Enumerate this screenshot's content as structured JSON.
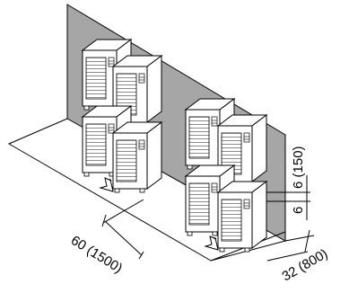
{
  "dimensions": {
    "front_clearance": "60 (1500)",
    "side_clearance": "32 (800)",
    "stack_gap": "6 (150)",
    "stack_gap_value": "6"
  },
  "colors": {
    "wall": "#a6a6a6",
    "wall_edge": "#000000",
    "unit_fill": "#ffffff",
    "line": "#000000"
  },
  "icons": {
    "airflow_arrow": "airflow-arrow-icon"
  }
}
